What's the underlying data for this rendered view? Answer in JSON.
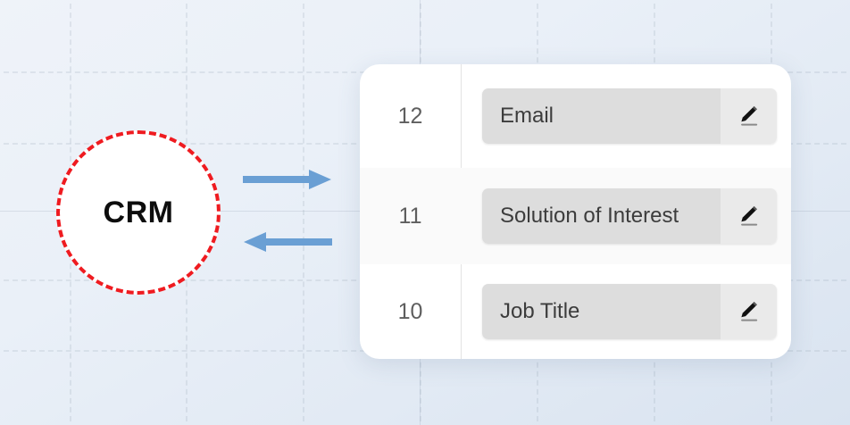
{
  "diagram": {
    "node": {
      "label": "CRM",
      "shape": "circle",
      "border_style": "dashed",
      "border_color": "#ef1b20",
      "fill_color": "#ffffff"
    },
    "connectors": [
      {
        "name": "arrow-to-panel",
        "direction": "right",
        "color": "#6a9fd4"
      },
      {
        "name": "arrow-from-panel",
        "direction": "left",
        "color": "#6a9fd4"
      }
    ],
    "background": {
      "grid": "dashed",
      "grid_color": "#96a3b4",
      "gradient_from": "#eff3f9",
      "gradient_to": "#d9e3f0"
    }
  },
  "panel": {
    "background_color": "#ffffff",
    "alt_row_color": "#fafafa",
    "rows": [
      {
        "number": "12",
        "field_label": "Email",
        "edit_icon": "pencil-icon",
        "alt": false
      },
      {
        "number": "11",
        "field_label": "Solution of Interest",
        "edit_icon": "pencil-icon",
        "alt": true
      },
      {
        "number": "10",
        "field_label": "Job Title",
        "edit_icon": "pencil-icon",
        "alt": false
      }
    ]
  }
}
